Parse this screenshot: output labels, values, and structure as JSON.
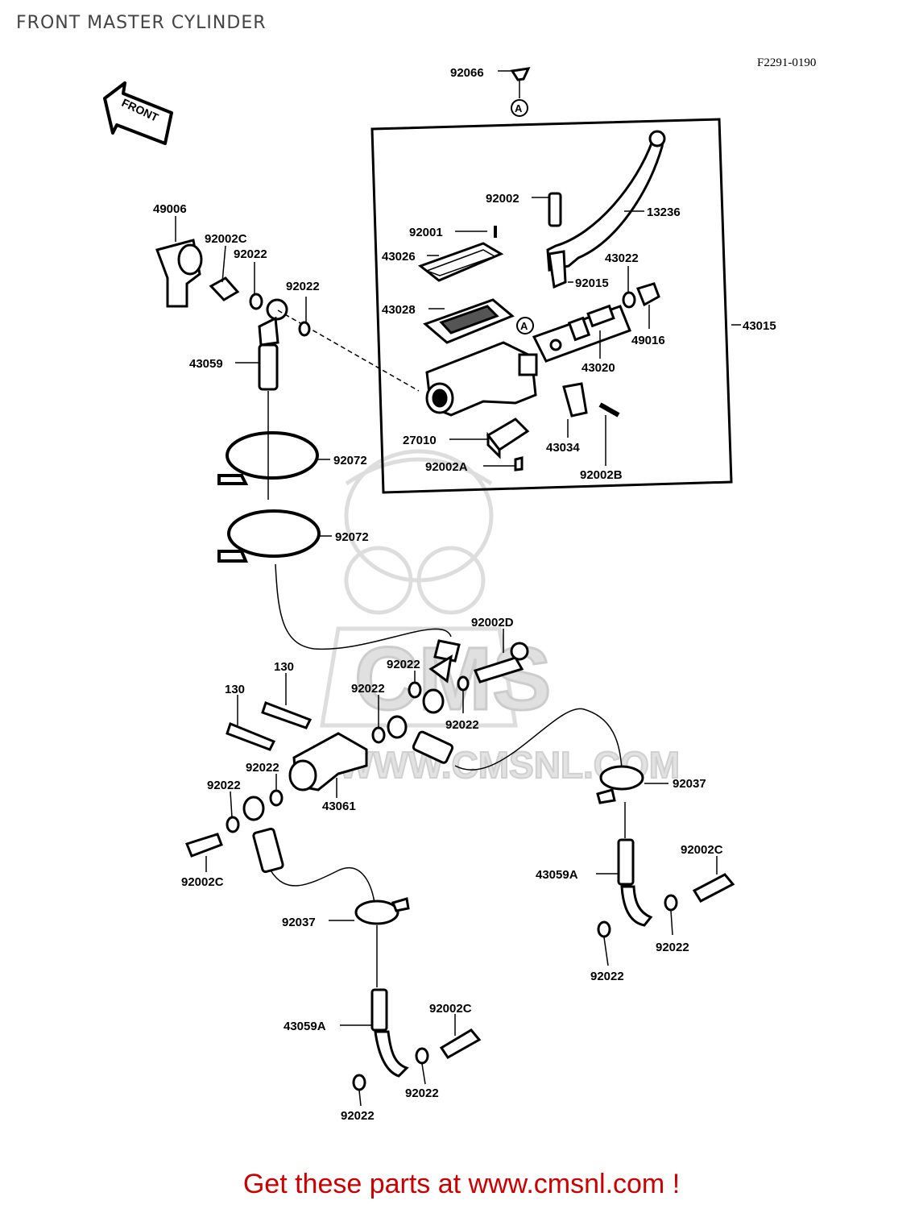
{
  "page": {
    "title": "FRONT MASTER CYLINDER",
    "footer_link": "Get these parts at www.cmsnl.com !",
    "footer_color": "#cc0000"
  },
  "watermark": {
    "brand": "CMS",
    "url": "WWW.CMSNL.COM",
    "color": "#d8d8d8"
  },
  "diagram": {
    "code": "F2291-0190",
    "front_arrow": "FRONT",
    "reference_mark": "A",
    "labels": {
      "p92066": "92066",
      "p49006": "49006",
      "p92002C_a": "92002C",
      "p92022_a": "92022",
      "p92022_b": "92022",
      "p43059": "43059",
      "p92002": "92002",
      "p13236": "13236",
      "p92001": "92001",
      "p43026": "43026",
      "p43028": "43028",
      "p43022": "43022",
      "p92015": "92015",
      "p49016": "49016",
      "p43015": "43015",
      "p43020": "43020",
      "p27010": "27010",
      "p92002A": "92002A",
      "p43034": "43034",
      "p92002B": "92002B",
      "p92072_a": "92072",
      "p92072_b": "92072",
      "p92002D": "92002D",
      "p130_a": "130",
      "p130_b": "130",
      "p92022_c": "92022",
      "p92022_d": "92022",
      "p92022_e": "92022",
      "p92022_f": "92022",
      "p92022_g": "92022",
      "p43061": "43061",
      "p92002C_b": "92002C",
      "p92037_a": "92037",
      "p92037_b": "92037",
      "p92002C_c": "92002C",
      "p43059A_a": "43059A",
      "p92022_h": "92022",
      "p92022_i": "92022",
      "p43059A_b": "43059A",
      "p92002C_d": "92002C",
      "p92022_j": "92022",
      "p92022_k": "92022"
    }
  }
}
